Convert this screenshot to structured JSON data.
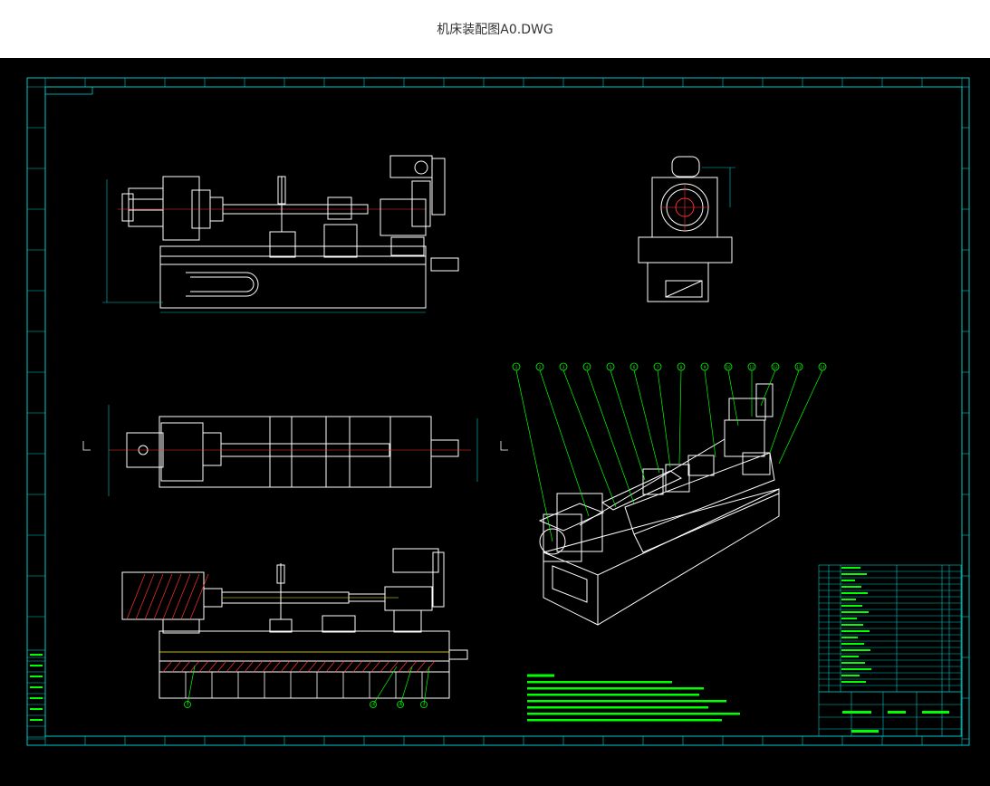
{
  "window": {
    "title": "机床装配图A0.DWG"
  },
  "colors": {
    "background": "#000000",
    "frame": "#00c8c8",
    "lines": "#ffffff",
    "leaders": "#00ff00",
    "notes": "#00ff00",
    "accent": "#ff3030"
  },
  "balloons": [
    "1",
    "2",
    "3",
    "4",
    "5",
    "6",
    "7",
    "8",
    "9",
    "10",
    "11",
    "12",
    "13",
    "14"
  ],
  "section_balloons": [
    "1",
    "13",
    "14",
    "2"
  ],
  "bom_rows": 20,
  "notes_lines": 7
}
